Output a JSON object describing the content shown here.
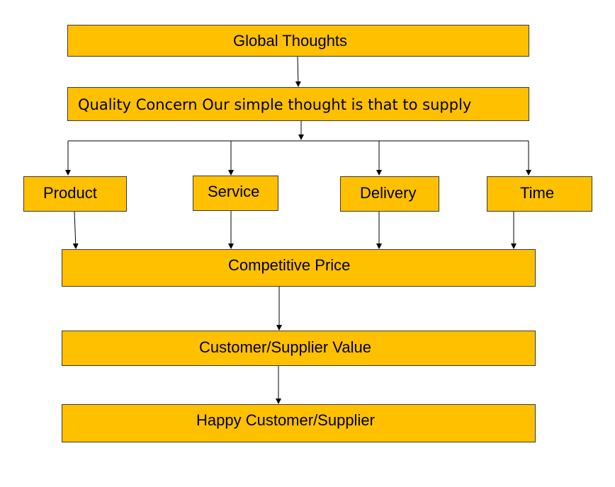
{
  "colors": {
    "box_fill": "#ffc000",
    "box_border": "#3a3a3a",
    "line": "#000000",
    "text": "#000000"
  },
  "nodes": {
    "global_thoughts": "Global Thoughts",
    "quality_concern": "Quality Concern Our simple thought is that to supply",
    "product": "Product",
    "service": "Service",
    "delivery": "Delivery",
    "time": "Time",
    "competitive_price": "Competitive Price",
    "customer_supplier_value": "Customer/Supplier Value",
    "happy_customer_supplier": "Happy Customer/Supplier"
  }
}
